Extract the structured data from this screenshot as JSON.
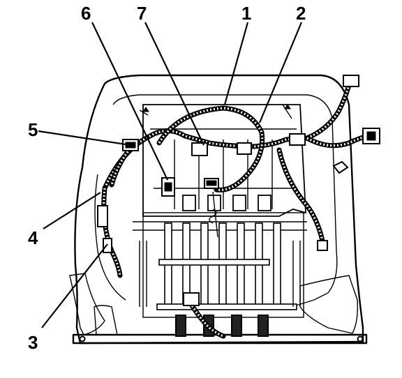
{
  "figure": {
    "callouts": [
      {
        "id": "1",
        "label": "1"
      },
      {
        "id": "2",
        "label": "2"
      },
      {
        "id": "3",
        "label": "3"
      },
      {
        "id": "4",
        "label": "4"
      },
      {
        "id": "5",
        "label": "5"
      },
      {
        "id": "6",
        "label": "6"
      },
      {
        "id": "7",
        "label": "7"
      }
    ]
  }
}
